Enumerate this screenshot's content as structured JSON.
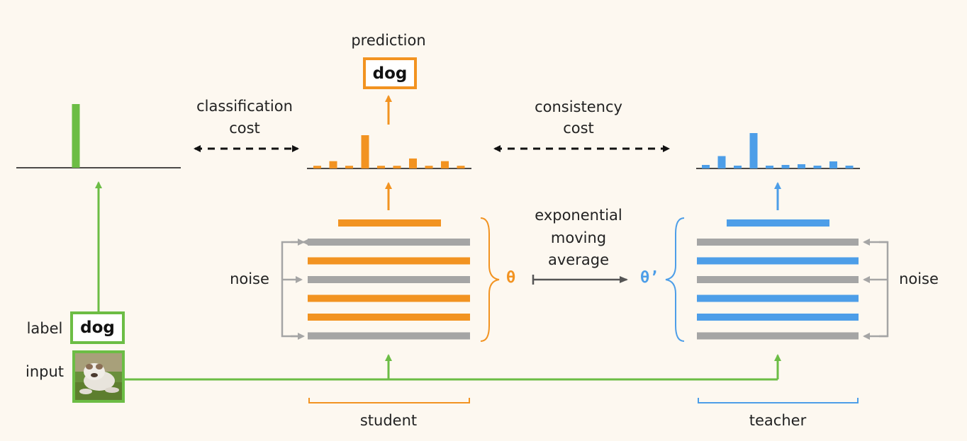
{
  "colors": {
    "background": "#fdf8f0",
    "student": "#f29321",
    "teacher": "#4d9ee8",
    "label": "#6cbd45",
    "gray": "#a5a5a5",
    "arrow_dark": "#555555"
  },
  "labels": {
    "prediction": "prediction",
    "prediction_value": "dog",
    "classification_cost": [
      "classification",
      "cost"
    ],
    "consistency_cost": [
      "consistency",
      "cost"
    ],
    "ema": [
      "exponential",
      "moving",
      "average"
    ],
    "noise_left": "noise",
    "noise_right": "noise",
    "theta": "θ",
    "theta_prime": "θ’",
    "label": "label",
    "label_value": "dog",
    "input": "input",
    "student": "student",
    "teacher": "teacher"
  },
  "student_network": {
    "layer_colors": [
      "gray",
      "student",
      "gray",
      "student",
      "student",
      "gray"
    ],
    "top_bar_color": "student"
  },
  "teacher_network": {
    "layer_colors": [
      "gray",
      "teacher",
      "gray",
      "teacher",
      "teacher",
      "gray"
    ],
    "top_bar_color": "teacher"
  },
  "output_distributions": {
    "label": [
      0,
      0,
      0,
      1,
      0,
      0,
      0,
      0,
      0,
      0
    ],
    "student": [
      0.08,
      0.22,
      0.08,
      1.0,
      0.08,
      0.08,
      0.3,
      0.08,
      0.22,
      0.08
    ],
    "teacher": [
      0.1,
      0.35,
      0.08,
      1.0,
      0.08,
      0.1,
      0.12,
      0.08,
      0.2,
      0.08
    ]
  }
}
